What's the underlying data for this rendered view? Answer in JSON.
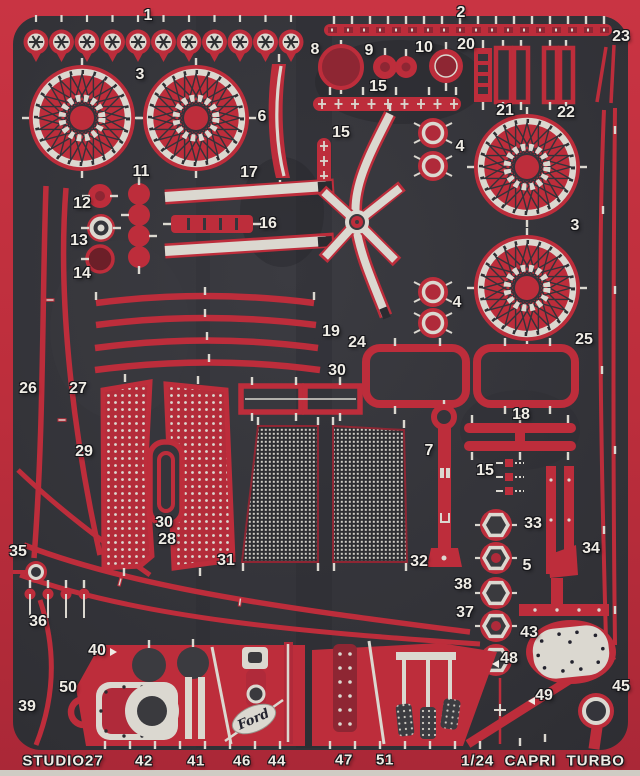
{
  "sheet_type": "photo-etched model parts fret",
  "footer": {
    "brand": "STUDIO27",
    "title": "1/24  CAPRI  TURBO"
  },
  "logo": {
    "ford": "Ford"
  },
  "colors": {
    "border_red": "#bd2e3c",
    "part_red": "#bd2d3b",
    "dark_red": "#8e2633",
    "sheet_dark": "#34343a",
    "silver": "#dbd8d0",
    "scan_edge": "#cfccc4"
  },
  "labels": {
    "p1": "1",
    "p2": "2",
    "p3a": "3",
    "p3b": "3",
    "p4a": "4",
    "p4b": "4",
    "p5": "5",
    "p6": "6",
    "p7": "7",
    "p8": "8",
    "p9": "9",
    "p10": "10",
    "p11": "11",
    "p12": "12",
    "p13": "13",
    "p14": "14",
    "p15a": "15",
    "p15b": "15",
    "p15c": "15",
    "p16": "16",
    "p17": "17",
    "p18": "18",
    "p19": "19",
    "p20": "20",
    "p21": "21",
    "p22": "22",
    "p23": "23",
    "p24": "24",
    "p25": "25",
    "p26": "26",
    "p27": "27",
    "p28": "28",
    "p29": "29",
    "p30a": "30",
    "p30b": "30",
    "p31": "31",
    "p32": "32",
    "p33": "33",
    "p34": "34",
    "p35": "35",
    "p36": "36",
    "p37": "37",
    "p38": "38",
    "p39": "39",
    "p40": "40",
    "p41": "41",
    "p42": "42",
    "p43": "43",
    "p44": "44",
    "p45": "45",
    "p46": "46",
    "p47": "47",
    "p48": "48",
    "p49": "49",
    "p50": "50",
    "p51": "51"
  }
}
